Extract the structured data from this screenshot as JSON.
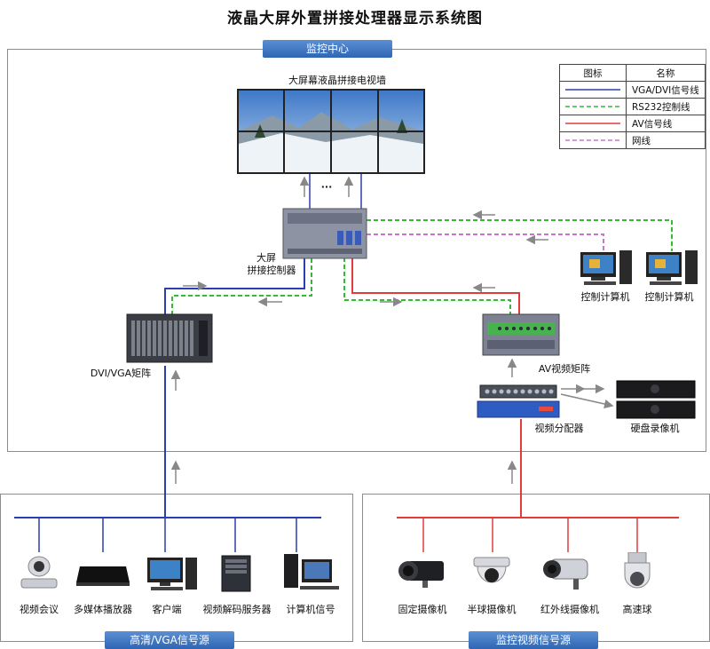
{
  "title": "液晶大屏外置拼接处理器显示系统图",
  "sections": {
    "monitor_center": "监控中心",
    "hd_source": "高清/VGA信号源",
    "cctv_source": "监控视频信号源"
  },
  "video_wall": {
    "label": "大屏幕液晶拼接电视墙",
    "ellipsis": "···"
  },
  "controller": {
    "label_line1": "大屏",
    "label_line2": "拼接控制器"
  },
  "legend": {
    "header_icon": "图标",
    "header_name": "名称",
    "rows": [
      {
        "name": "VGA/DVI信号线",
        "color": "#2b3fb0",
        "style": "solid"
      },
      {
        "name": "RS232控制线",
        "color": "#33bb33",
        "style": "dashed"
      },
      {
        "name": "AV信号线",
        "color": "#e03c3c",
        "style": "solid"
      },
      {
        "name": "网线",
        "color": "#d070d0",
        "style": "dashed"
      }
    ]
  },
  "devices": {
    "dvi_matrix": "DVI/VGA矩阵",
    "av_matrix": "AV视频矩阵",
    "video_distributor": "视频分配器",
    "dvr": "硬盘录像机",
    "control_pc_1": "控制计算机",
    "control_pc_2": "控制计算机"
  },
  "hd_sources": [
    "视频会议",
    "多媒体播放器",
    "客户端",
    "视频解码服务器",
    "计算机信号"
  ],
  "cctv_sources": [
    "固定摄像机",
    "半球摄像机",
    "红外线摄像机",
    "高速球"
  ]
}
